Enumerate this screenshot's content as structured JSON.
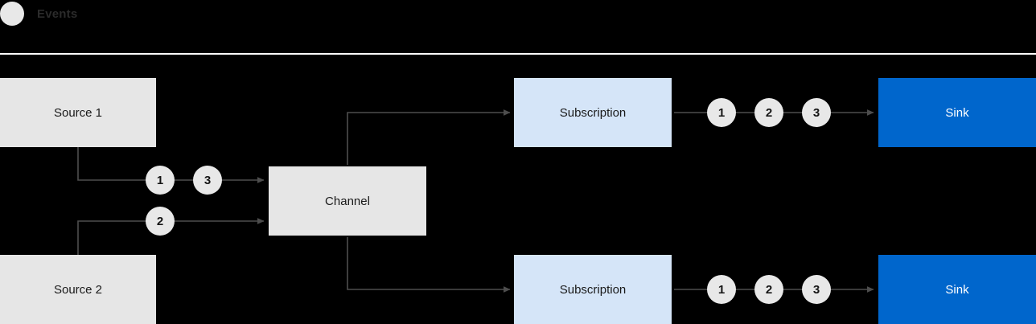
{
  "legend": {
    "marker_icon": "event-dot-icon",
    "label": "Events"
  },
  "diagram": {
    "title": "",
    "nodes": [
      {
        "id": "source1",
        "label": "Source 1",
        "style": "grey"
      },
      {
        "id": "source2",
        "label": "Source 2",
        "style": "grey"
      },
      {
        "id": "channel",
        "label": "Channel",
        "style": "grey"
      },
      {
        "id": "subscription1",
        "label": "Subscription",
        "style": "lightblue"
      },
      {
        "id": "subscription2",
        "label": "Subscription",
        "style": "lightblue"
      },
      {
        "id": "sink1",
        "label": "Sink",
        "style": "blue"
      },
      {
        "id": "sink2",
        "label": "Sink",
        "style": "blue"
      }
    ],
    "events": {
      "source1_to_channel": [
        "1",
        "3"
      ],
      "source2_to_channel": [
        "2"
      ],
      "subscription1_to_sink": [
        "1",
        "2",
        "3"
      ],
      "subscription2_to_sink": [
        "1",
        "2",
        "3"
      ]
    }
  },
  "colors": {
    "background": "#000000",
    "box_grey": "#e6e6e6",
    "box_lightblue": "#d5e5f8",
    "box_blue": "#0066cc",
    "bubble": "#e8e8e8",
    "arrow": "#4d4d4d",
    "separator": "#ffffff",
    "legend_text": "#2b2b2b"
  }
}
